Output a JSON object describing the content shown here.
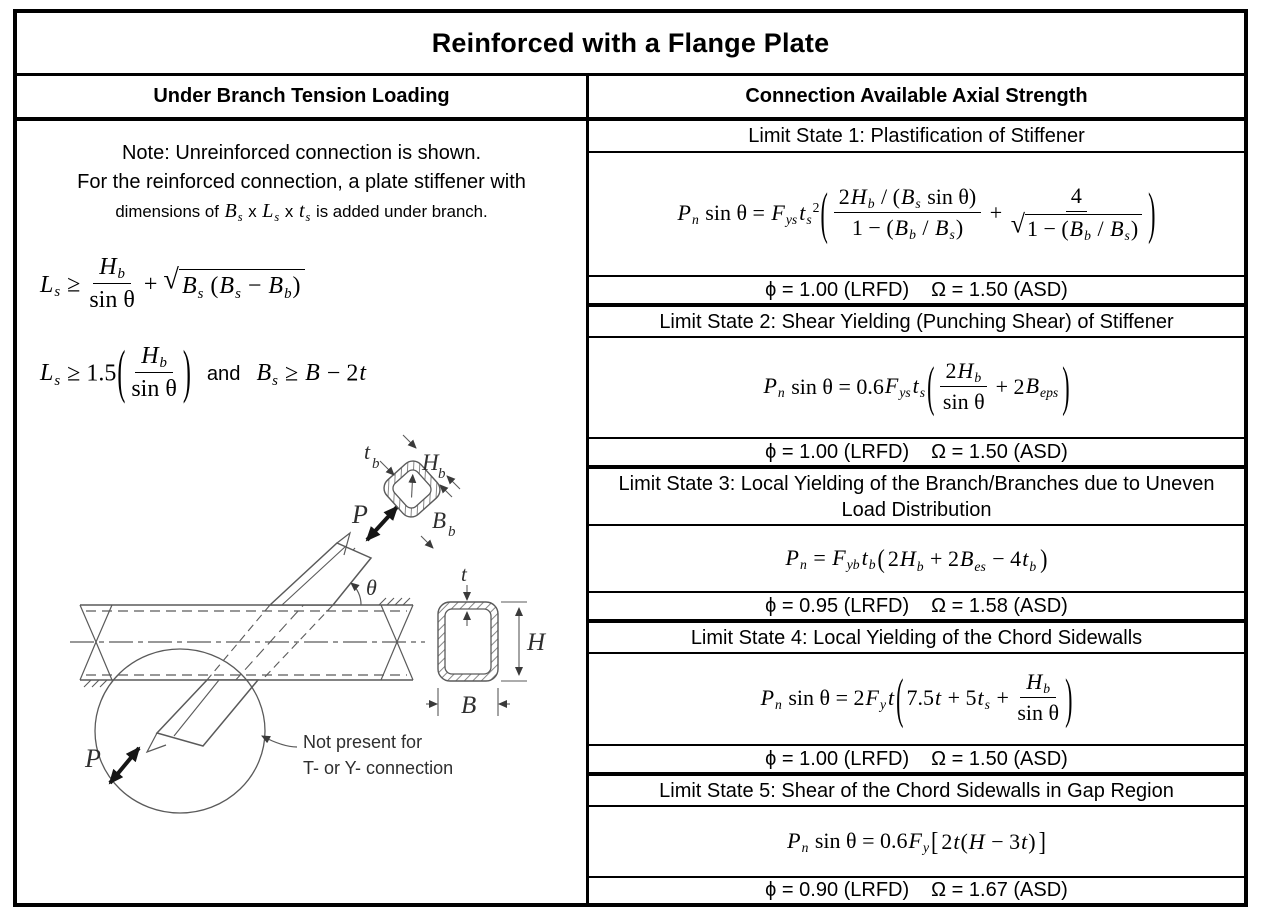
{
  "title": "Reinforced with a Flange Plate",
  "columns": {
    "left_header": "Under Branch Tension Loading",
    "right_header": "Connection Available Axial Strength"
  },
  "left": {
    "note_line1": "Note: Unreinforced connection is shown.",
    "note_line2": "For the reinforced connection, a plate stiffener with",
    "note_line3": [
      {
        "t": "s",
        "v": "dimensions of "
      },
      {
        "t": "v",
        "v": "B"
      },
      {
        "t": "sub",
        "v": "s"
      },
      {
        "t": "s",
        "v": " x "
      },
      {
        "t": "v",
        "v": "L"
      },
      {
        "t": "sub",
        "v": "s"
      },
      {
        "t": "s",
        "v": " x "
      },
      {
        "t": "v",
        "v": "t"
      },
      {
        "t": "sub",
        "v": "s"
      },
      {
        "t": "s",
        "v": " is added under branch."
      }
    ],
    "eq1": [
      {
        "t": "v",
        "v": "L"
      },
      {
        "t": "sub",
        "v": "s"
      },
      {
        "t": "r",
        "v": " ≥ "
      },
      {
        "t": "frac",
        "num": [
          {
            "t": "v",
            "v": "H"
          },
          {
            "t": "sub",
            "v": "b"
          }
        ],
        "den": [
          {
            "t": "r",
            "v": "sin θ"
          }
        ]
      },
      {
        "t": "r",
        "v": " + "
      },
      {
        "t": "sqrt",
        "body": [
          {
            "t": "v",
            "v": "B"
          },
          {
            "t": "sub",
            "v": "s"
          },
          {
            "t": "r",
            "v": " ("
          },
          {
            "t": "v",
            "v": "B"
          },
          {
            "t": "sub",
            "v": "s"
          },
          {
            "t": "r",
            "v": " − "
          },
          {
            "t": "v",
            "v": "B"
          },
          {
            "t": "sub",
            "v": "b"
          },
          {
            "t": "r",
            "v": ")"
          }
        ]
      }
    ],
    "eq2": [
      {
        "t": "v",
        "v": "L"
      },
      {
        "t": "sub",
        "v": "s"
      },
      {
        "t": "r",
        "v": " ≥ 1.5"
      },
      {
        "t": "par",
        "body": [
          {
            "t": "frac",
            "num": [
              {
                "t": "v",
                "v": "H"
              },
              {
                "t": "sub",
                "v": "b"
              }
            ],
            "den": [
              {
                "t": "r",
                "v": "sin θ"
              }
            ]
          }
        ]
      },
      {
        "t": "s",
        "v": "and"
      },
      {
        "t": "v",
        "v": "B"
      },
      {
        "t": "sub",
        "v": "s"
      },
      {
        "t": "r",
        "v": " ≥ "
      },
      {
        "t": "v",
        "v": "B"
      },
      {
        "t": "r",
        "v": " − 2"
      },
      {
        "t": "v",
        "v": "t"
      }
    ]
  },
  "right": {
    "sections": [
      {
        "header": "Limit State 1: Plastification of Stiffener",
        "phi": "ϕ = 1.00 (LRFD)",
        "omega": "Ω = 1.50 (ASD)",
        "eq": [
          {
            "t": "v",
            "v": "P"
          },
          {
            "t": "sub",
            "v": "n"
          },
          {
            "t": "r",
            "v": " sin θ = "
          },
          {
            "t": "v",
            "v": "F"
          },
          {
            "t": "sub",
            "v": "ys"
          },
          {
            "t": "v",
            "v": "t"
          },
          {
            "t": "sub",
            "v": "s"
          },
          {
            "t": "sup",
            "v": "2"
          },
          {
            "t": "par",
            "body": [
              {
                "t": "frac",
                "num": [
                  {
                    "t": "r",
                    "v": "2"
                  },
                  {
                    "t": "v",
                    "v": "H"
                  },
                  {
                    "t": "sub",
                    "v": "b"
                  },
                  {
                    "t": "r",
                    "v": " / ("
                  },
                  {
                    "t": "v",
                    "v": "B"
                  },
                  {
                    "t": "sub",
                    "v": "s"
                  },
                  {
                    "t": "r",
                    "v": " sin θ)"
                  }
                ],
                "den": [
                  {
                    "t": "r",
                    "v": "1 − ("
                  },
                  {
                    "t": "v",
                    "v": "B"
                  },
                  {
                    "t": "sub",
                    "v": "b"
                  },
                  {
                    "t": "r",
                    "v": " / "
                  },
                  {
                    "t": "v",
                    "v": "B"
                  },
                  {
                    "t": "sub",
                    "v": "s"
                  },
                  {
                    "t": "r",
                    "v": ")"
                  }
                ]
              },
              {
                "t": "r",
                "v": " + "
              },
              {
                "t": "frac",
                "num": [
                  {
                    "t": "r",
                    "v": "4"
                  }
                ],
                "den": [
                  {
                    "t": "sqrt",
                    "body": [
                      {
                        "t": "r",
                        "v": "1 − ("
                      },
                      {
                        "t": "v",
                        "v": "B"
                      },
                      {
                        "t": "sub",
                        "v": "b"
                      },
                      {
                        "t": "r",
                        "v": " / "
                      },
                      {
                        "t": "v",
                        "v": "B"
                      },
                      {
                        "t": "sub",
                        "v": "s"
                      },
                      {
                        "t": "r",
                        "v": ")"
                      }
                    ]
                  }
                ]
              }
            ]
          }
        ]
      },
      {
        "header": "Limit State 2: Shear Yielding (Punching Shear) of Stiffener",
        "phi": "ϕ = 1.00 (LRFD)",
        "omega": "Ω = 1.50 (ASD)",
        "eq": [
          {
            "t": "v",
            "v": "P"
          },
          {
            "t": "sub",
            "v": "n"
          },
          {
            "t": "r",
            "v": " sin θ = 0.6"
          },
          {
            "t": "v",
            "v": "F"
          },
          {
            "t": "sub",
            "v": "ys"
          },
          {
            "t": "v",
            "v": "t"
          },
          {
            "t": "sub",
            "v": "s"
          },
          {
            "t": "par",
            "body": [
              {
                "t": "frac",
                "num": [
                  {
                    "t": "r",
                    "v": "2"
                  },
                  {
                    "t": "v",
                    "v": "H"
                  },
                  {
                    "t": "sub",
                    "v": "b"
                  }
                ],
                "den": [
                  {
                    "t": "r",
                    "v": "sin θ"
                  }
                ]
              },
              {
                "t": "r",
                "v": " + 2"
              },
              {
                "t": "v",
                "v": "B"
              },
              {
                "t": "sub",
                "v": "eps"
              }
            ]
          }
        ]
      },
      {
        "header": "Limit State 3: Local Yielding of the Branch/Branches due to Uneven Load Distribution",
        "phi": "ϕ = 0.95 (LRFD)",
        "omega": "Ω = 1.58 (ASD)",
        "eq": [
          {
            "t": "v",
            "v": "P"
          },
          {
            "t": "sub",
            "v": "n"
          },
          {
            "t": "r",
            "v": " = "
          },
          {
            "t": "v",
            "v": "F"
          },
          {
            "t": "sub",
            "v": "yb"
          },
          {
            "t": "v",
            "v": "t"
          },
          {
            "t": "sub",
            "v": "b"
          },
          {
            "t": "par",
            "body": [
              {
                "t": "r",
                "v": "2"
              },
              {
                "t": "v",
                "v": "H"
              },
              {
                "t": "sub",
                "v": "b"
              },
              {
                "t": "r",
                "v": " + 2"
              },
              {
                "t": "v",
                "v": "B"
              },
              {
                "t": "sub",
                "v": "es"
              },
              {
                "t": "r",
                "v": " − 4"
              },
              {
                "t": "v",
                "v": "t"
              },
              {
                "t": "sub",
                "v": "b"
              }
            ]
          }
        ]
      },
      {
        "header": "Limit State 4: Local Yielding of the Chord Sidewalls",
        "phi": "ϕ = 1.00 (LRFD)",
        "omega": "Ω = 1.50 (ASD)",
        "eq": [
          {
            "t": "v",
            "v": "P"
          },
          {
            "t": "sub",
            "v": "n"
          },
          {
            "t": "r",
            "v": " sin θ = 2"
          },
          {
            "t": "v",
            "v": "F"
          },
          {
            "t": "sub",
            "v": "y"
          },
          {
            "t": "v",
            "v": "t"
          },
          {
            "t": "par",
            "body": [
              {
                "t": "r",
                "v": "7.5"
              },
              {
                "t": "v",
                "v": "t"
              },
              {
                "t": "r",
                "v": " + 5"
              },
              {
                "t": "v",
                "v": "t"
              },
              {
                "t": "sub",
                "v": "s"
              },
              {
                "t": "r",
                "v": " + "
              },
              {
                "t": "frac",
                "num": [
                  {
                    "t": "v",
                    "v": "H"
                  },
                  {
                    "t": "sub",
                    "v": "b"
                  }
                ],
                "den": [
                  {
                    "t": "r",
                    "v": "sin θ"
                  }
                ]
              }
            ]
          }
        ]
      },
      {
        "header": "Limit State 5: Shear of the Chord Sidewalls in Gap Region",
        "phi": "ϕ = 0.90 (LRFD)",
        "omega": "Ω = 1.67 (ASD)",
        "eq": [
          {
            "t": "v",
            "v": "P"
          },
          {
            "t": "sub",
            "v": "n"
          },
          {
            "t": "r",
            "v": " sin θ = 0.6"
          },
          {
            "t": "v",
            "v": "F"
          },
          {
            "t": "sub",
            "v": "y"
          },
          {
            "t": "brk",
            "body": [
              {
                "t": "r",
                "v": "2"
              },
              {
                "t": "v",
                "v": "t"
              },
              {
                "t": "r",
                "v": "("
              },
              {
                "t": "v",
                "v": "H"
              },
              {
                "t": "r",
                "v": " − 3"
              },
              {
                "t": "v",
                "v": "t"
              },
              {
                "t": "r",
                "v": ")"
              }
            ]
          }
        ]
      }
    ]
  },
  "diagram": {
    "labels": {
      "p_upper": "P",
      "p_lower": "P",
      "theta": "θ",
      "t_branch_main": "t",
      "t_branch_sub": "b",
      "h_branch_main": "H",
      "h_branch_sub": "b",
      "b_branch_main": "B",
      "b_branch_sub": "b",
      "t_chord": "t",
      "h_chord": "H",
      "b_chord": "B",
      "note_line1": "Not present for",
      "note_line2": "T- or Y- connection"
    }
  },
  "colors": {
    "text": "#000000",
    "line": "#5a5a5a",
    "diagram_text": "#2e2e2e"
  }
}
